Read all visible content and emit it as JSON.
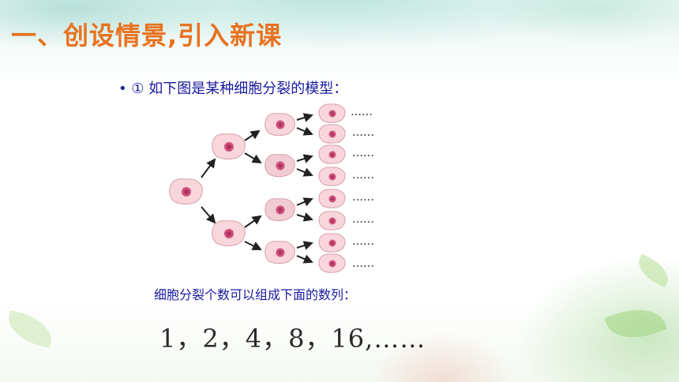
{
  "slide": {
    "title": "一、创设情景,引入新课",
    "subtitle": "• ① 如下图是某种细胞分裂的模型：",
    "caption": "细胞分裂个数可以组成下面的数列：",
    "sequence": "1，2，4，8，16,……",
    "ellipsis": "……"
  },
  "colors": {
    "title": "#e8721f",
    "text": "#1a1aa0",
    "cell_fill": "#f8d6dc",
    "nucleus": "#d0507a"
  },
  "diagram": {
    "generations": [
      1,
      2,
      4,
      8
    ]
  }
}
